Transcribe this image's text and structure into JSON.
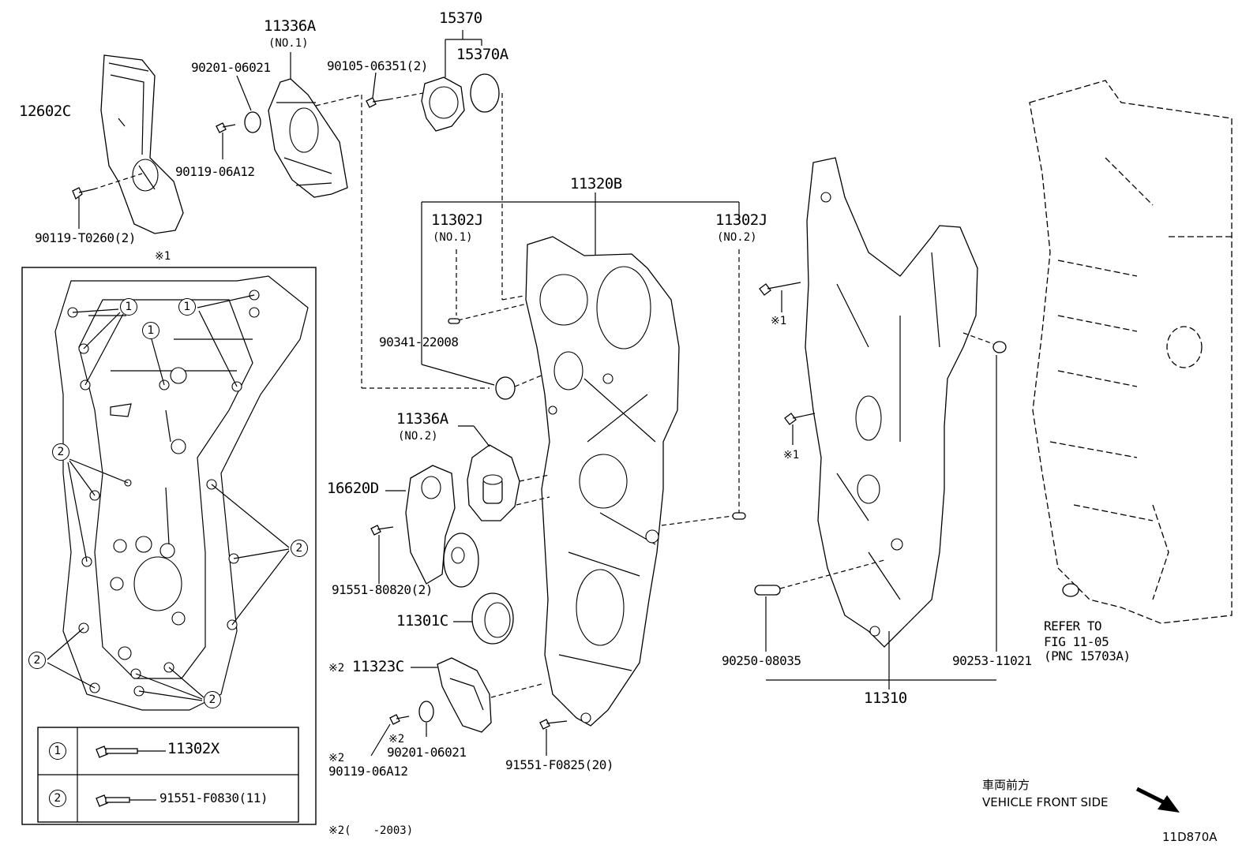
{
  "diagram_id": "11D870A",
  "part_labels": {
    "p12602C": "12602C",
    "p11336A_top": "11336A",
    "p11336A_top_sub": "(NO.1)",
    "p90201_top": "90201-06021",
    "p90119_top": "90119-06A12",
    "p90119_T0260": "90119-T0260(2)",
    "p15370": "15370",
    "p15370A": "15370A",
    "p90105": "90105-06351(2)",
    "p11320B": "11320B",
    "p11302J_1": "11302J",
    "p11302J_1_sub": "(NO.1)",
    "p11302J_2": "11302J",
    "p11302J_2_sub": "(NO.2)",
    "p90341": "90341-22008",
    "p11336A_mid": "11336A",
    "p11336A_mid_sub": "(NO.2)",
    "p16620D": "16620D",
    "p91551_80820": "91551-80820(2)",
    "p11301C": "11301C",
    "p11323C": "11323C",
    "p11323C_mark": "※2",
    "p90201_bot": "90201-06021",
    "p90201_bot_mark": "※2",
    "p90119_bot": "90119-06A12",
    "p90119_bot_mark": "※2",
    "p91551_F0825": "91551-F0825(20)",
    "p90250": "90250-08035",
    "p90253": "90253-11021",
    "p11310": "11310",
    "mark1_a": "※1",
    "mark1_b": "※1",
    "box_mark": "※1"
  },
  "refer": {
    "line1": "REFER TO",
    "line2": "FIG 11-05",
    "line3": "(PNC 15703A)"
  },
  "legend": {
    "rows": [
      {
        "num": "1",
        "part": "11302X"
      },
      {
        "num": "2",
        "part": "91551-F0830(11)"
      }
    ],
    "footnote": "※2(　　-2003)"
  },
  "front": {
    "jp": "車両前方",
    "en": "VEHICLE FRONT SIDE"
  },
  "callouts": [
    "1",
    "1",
    "1",
    "2",
    "2",
    "2",
    "2"
  ]
}
